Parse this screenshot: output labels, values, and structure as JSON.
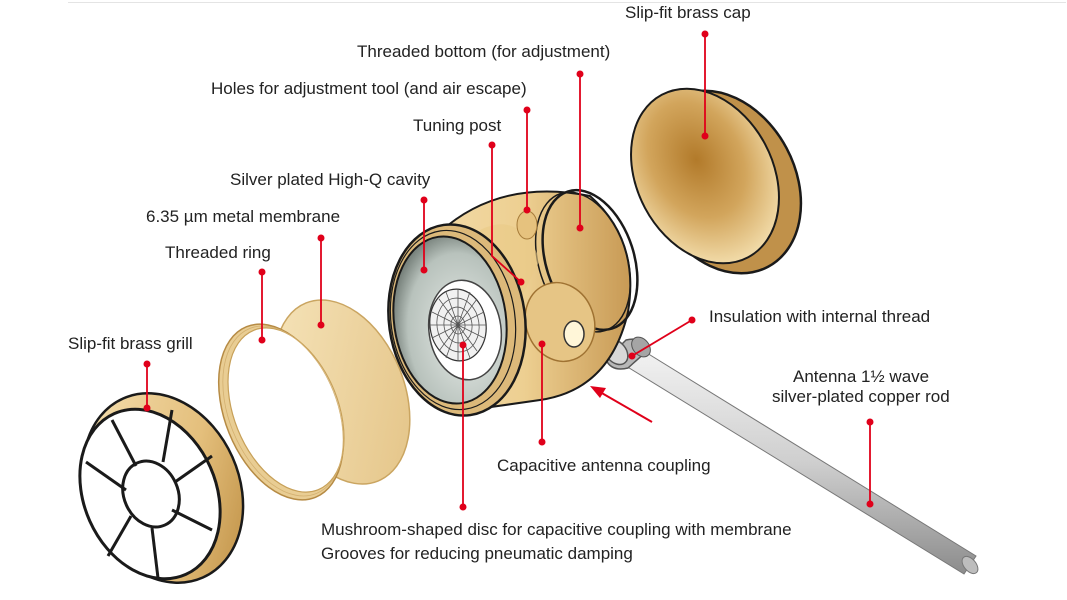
{
  "labels": {
    "slip_fit_brass_cap": "Slip-fit brass cap",
    "threaded_bottom": "Threaded bottom (for adjustment)",
    "holes_adjustment": "Holes for adjustment tool (and air escape)",
    "tuning_post": "Tuning post",
    "silver_cavity": "Silver plated High-Q cavity",
    "metal_membrane": "6.35 µm metal membrane",
    "threaded_ring": "Threaded ring",
    "brass_grill": "Slip-fit brass grill",
    "insulation": "Insulation with internal thread",
    "antenna_line1": "Antenna 1½ wave",
    "antenna_line2": "silver-plated copper rod",
    "capacitive_coupling": "Capacitive antenna coupling",
    "mushroom_line1": "Mushroom-shaped disc for capacitive coupling with membrane",
    "mushroom_line2": "Grooves for reducing pneumatic damping"
  },
  "colors": {
    "leader_line": "#e0001a",
    "brass_light": "#f3d9a0",
    "brass_dark": "#a8742c",
    "outline": "#1a1a1a",
    "antenna": "#d4d4d4",
    "cavity_silver": "#c9d0cc"
  }
}
